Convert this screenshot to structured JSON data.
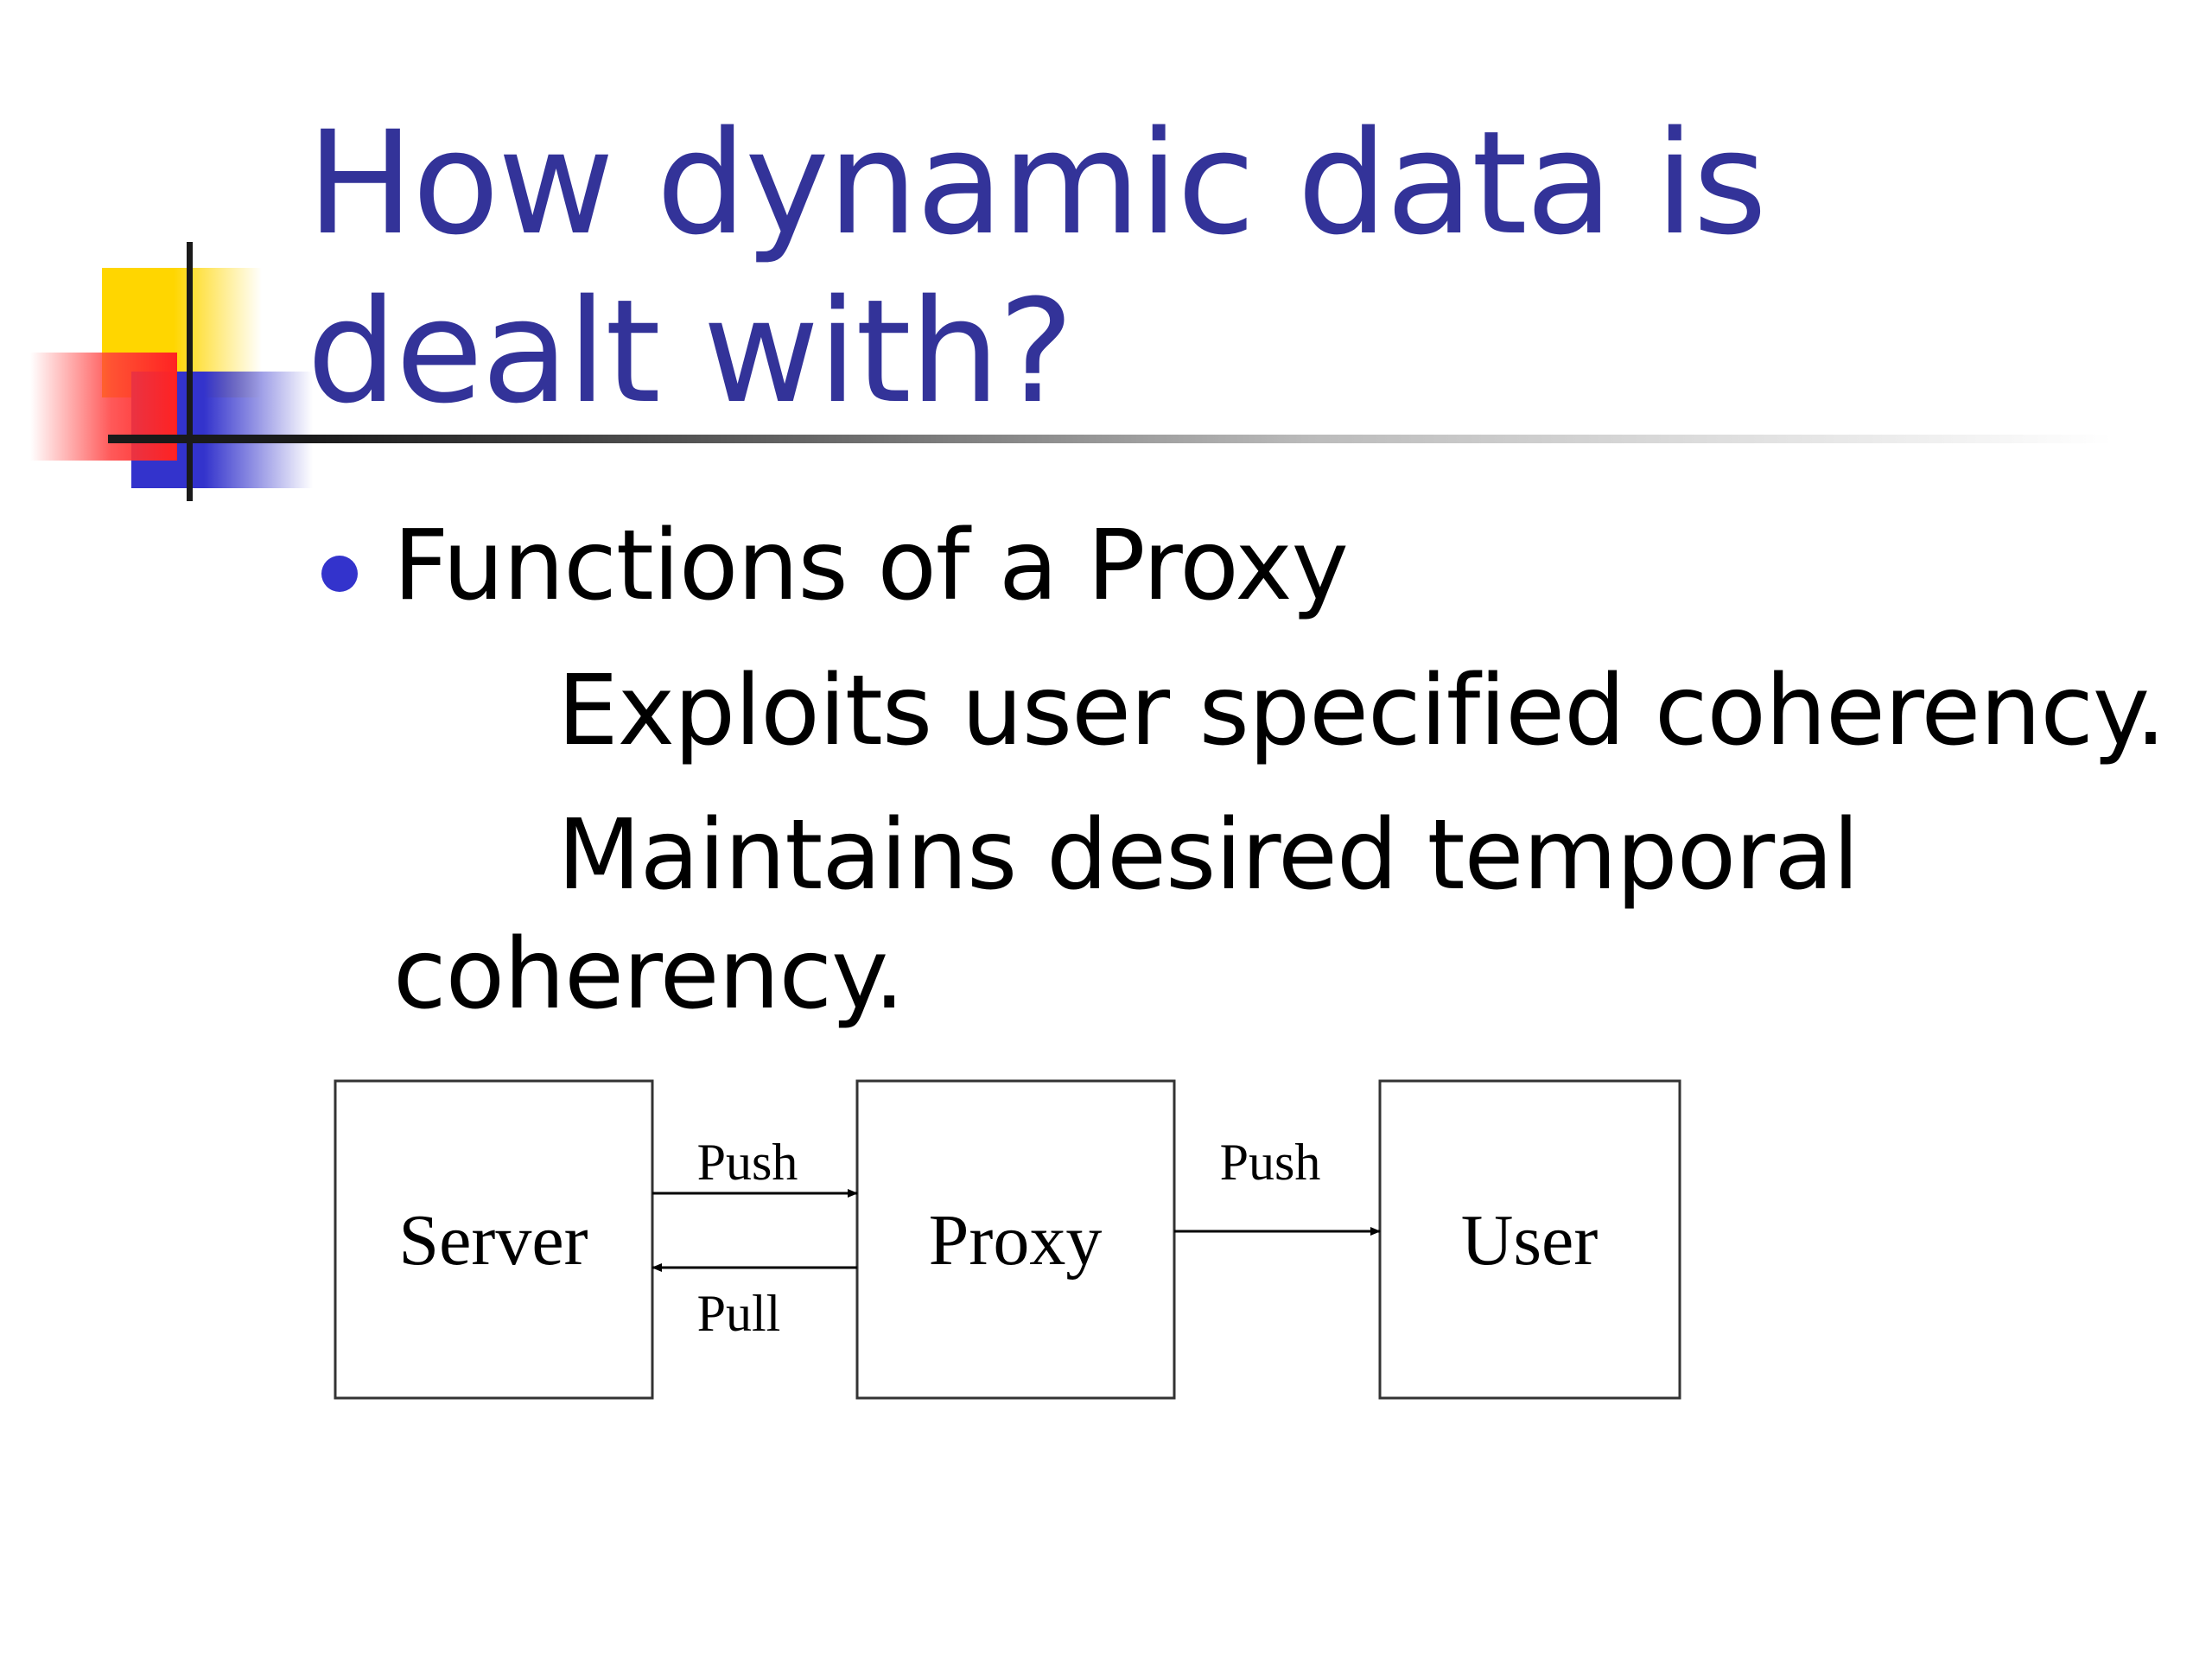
{
  "slide": {
    "title": "How dynamic data is dealt with?",
    "bullet": "Functions of a Proxy",
    "lines": [
      "Exploits user specified coherency.",
      "Maintains desired temporal",
      "coherency."
    ]
  },
  "diagram": {
    "nodes": [
      "Server",
      "Proxy",
      "User"
    ],
    "edges": [
      {
        "from": "Server",
        "to": "Proxy",
        "label": "Push"
      },
      {
        "from": "Proxy",
        "to": "Server",
        "label": "Pull"
      },
      {
        "from": "Proxy",
        "to": "User",
        "label": "Push"
      }
    ]
  },
  "colors": {
    "title": "#333399",
    "bullet": "#3333cc",
    "accent_yellow": "#ffd600",
    "accent_red": "#ff2222"
  }
}
